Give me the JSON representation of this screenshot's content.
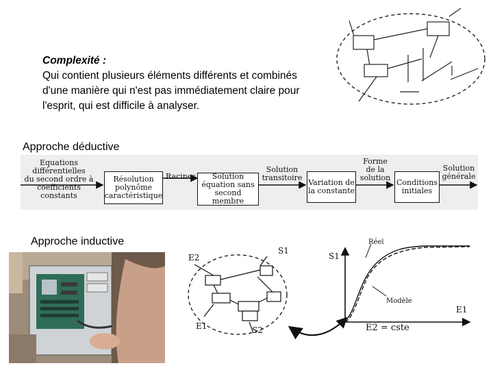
{
  "definition": {
    "title": "Complexité :",
    "lines": [
      "Qui contient plusieurs éléments différents et combinés",
      "d'une manière qui n'est pas immédiatement claire pour",
      "l'esprit, qui est difficile à analyser."
    ]
  },
  "deductive": {
    "heading": "Approche déductive",
    "input_lines": [
      "Equations différentielles",
      "du second ordre à",
      "coefficients constants"
    ],
    "box1_lines": [
      "Résolution",
      "polynôme",
      "caractéristique"
    ],
    "racines": "Racines",
    "box2_lines": [
      "Solution",
      "équation sans",
      "second membre"
    ],
    "transitoire_lines": [
      "Solution",
      "transitoire"
    ],
    "box3_lines": [
      "Variation de",
      "la constante"
    ],
    "forme_lines": [
      "Forme",
      "de la",
      "solution"
    ],
    "box4_lines": [
      "Conditions",
      "initiales"
    ],
    "generale_lines": [
      "Solution",
      "générale"
    ]
  },
  "inductive": {
    "heading": "Approche inductive",
    "labels": {
      "e2_left": "E2",
      "s1_left": "S1",
      "e1_left": "E1",
      "s2_left": "S2",
      "reel": "Réel",
      "modele": "Modèle",
      "s1_axis": "S1",
      "e1_axis": "E1",
      "e2_cste": "E2 = cste"
    }
  }
}
